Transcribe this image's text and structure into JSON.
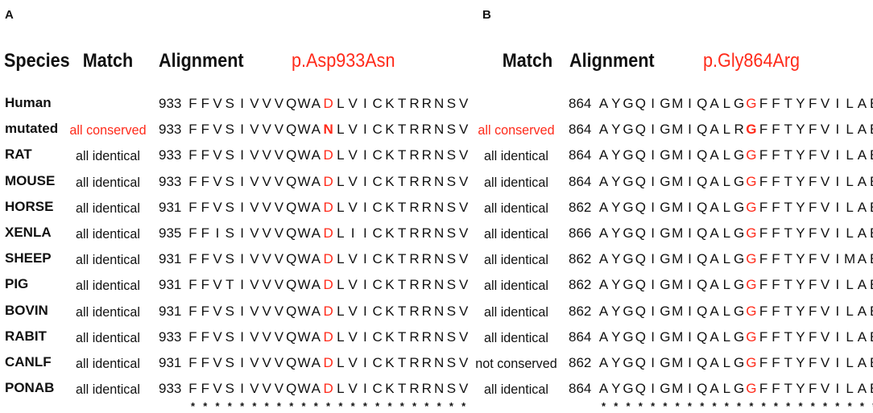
{
  "panels": [
    {
      "label": "A",
      "headers": {
        "species": "Species",
        "match": "Match",
        "alignment": "Alignment",
        "mutation": "p.Asp933Asn"
      },
      "highlight_index": 11,
      "rows": [
        {
          "species": "Human",
          "match": "",
          "match_color": "#111111",
          "pos": "933",
          "seq": "FFVSIVVVQWADLVICKTRRNSV"
        },
        {
          "species": "mutated",
          "match": "all conserved",
          "match_color": "#ff2a1a",
          "pos": "933",
          "seq": "FFVSIVVVQWANLVICKTRRNSV",
          "mutated": true
        },
        {
          "species": "RAT",
          "match": "all identical",
          "match_color": "#111111",
          "pos": "933",
          "seq": "FFVSIVVVQWADLVICKTRRNSV"
        },
        {
          "species": "MOUSE",
          "match": "all identical",
          "match_color": "#111111",
          "pos": "933",
          "seq": "FFVSIVVVQWADLVICKTRRNSV"
        },
        {
          "species": "HORSE",
          "match": "all identical",
          "match_color": "#111111",
          "pos": "931",
          "seq": "FFVSIVVVQWADLVICKTRRNSV"
        },
        {
          "species": "XENLA",
          "match": "all identical",
          "match_color": "#111111",
          "pos": "935",
          "seq": "FFISIVVVQWADLIICKTRRNSV"
        },
        {
          "species": "SHEEP",
          "match": "all identical",
          "match_color": "#111111",
          "pos": "931",
          "seq": "FFVSIVVVQWADLVICKTRRNSV"
        },
        {
          "species": "PIG",
          "match": "all identical",
          "match_color": "#111111",
          "pos": "931",
          "seq": "FFVTIVVVQWADLVICKTRRNSV"
        },
        {
          "species": "BOVIN",
          "match": "all identical",
          "match_color": "#111111",
          "pos": "931",
          "seq": "FFVSIVVVQWADLVICKTRRNSV"
        },
        {
          "species": "RABIT",
          "match": "all identical",
          "match_color": "#111111",
          "pos": "933",
          "seq": "FFVSIVVVQWADLVICKTRRNSV"
        },
        {
          "species": "CANLF",
          "match": "all identical",
          "match_color": "#111111",
          "pos": "931",
          "seq": "FFVSIVVVQWADLVICKTRRNSV"
        },
        {
          "species": "PONAB",
          "match": "all identical",
          "match_color": "#111111",
          "pos": "933",
          "seq": "FFVSIVVVQWADLVICKTRRNSV"
        }
      ],
      "consensus": "***********************"
    },
    {
      "label": "B",
      "headers": {
        "match": "Match",
        "alignment": "Alignment",
        "mutation": "p.Gly864Arg"
      },
      "highlight_index": 12,
      "rows": [
        {
          "match": "",
          "match_color": "#111111",
          "pos": "864",
          "seq": "AYGQIGMIQALGGFFTYFVILAE"
        },
        {
          "match": "all conserved",
          "match_color": "#ff2a1a",
          "pos": "864",
          "seq": "AYGQIGMIQALRGFFTYFVILAE",
          "mutated": true
        },
        {
          "match": "all identical",
          "match_color": "#111111",
          "pos": "864",
          "seq": "AYGQIGMIQALGGFFTYFVILAE"
        },
        {
          "match": "all identical",
          "match_color": "#111111",
          "pos": "864",
          "seq": "AYGQIGMIQALGGFFTYFVILAE"
        },
        {
          "match": "all identical",
          "match_color": "#111111",
          "pos": "862",
          "seq": "AYGQIGMIQALGGFFTYFVILAE"
        },
        {
          "match": "all identical",
          "match_color": "#111111",
          "pos": "866",
          "seq": "AYGQIGMIQALGGFFTYFVILAE"
        },
        {
          "match": "all identical",
          "match_color": "#111111",
          "pos": "862",
          "seq": "AYGQIGMIQALGGFFTYFVIMAE"
        },
        {
          "match": "all identical",
          "match_color": "#111111",
          "pos": "862",
          "seq": "AYGQIGMIQALGGFFTYFVILAE"
        },
        {
          "match": "all identical",
          "match_color": "#111111",
          "pos": "862",
          "seq": "AYGQIGMIQALGGFFTYFVILAE"
        },
        {
          "match": "all identical",
          "match_color": "#111111",
          "pos": "864",
          "seq": "AYGQIGMIQALGGFFTYFVILAE"
        },
        {
          "match": "not conserved",
          "match_color": "#111111",
          "pos": "862",
          "seq": "AYGQIGMIQALGGFFTYFVILAE"
        },
        {
          "match": "all identical",
          "match_color": "#111111",
          "pos": "864",
          "seq": "AYGQIGMIQALGGFFTYFVILAE"
        }
      ],
      "consensus": "***********************"
    }
  ]
}
